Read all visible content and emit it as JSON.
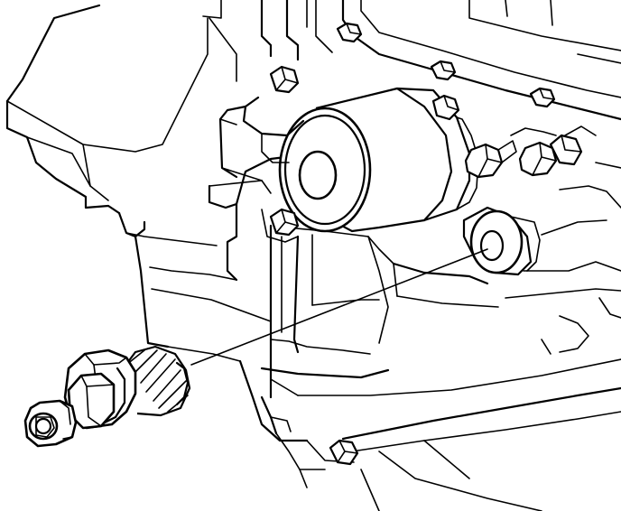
{
  "figure": {
    "background_color": "#ffffff",
    "line_color": "#000000",
    "parts": [
      "transmission-case",
      "solenoid-housing",
      "bolts",
      "sensor-bore",
      "line-fittings",
      "speed-sensor"
    ]
  }
}
